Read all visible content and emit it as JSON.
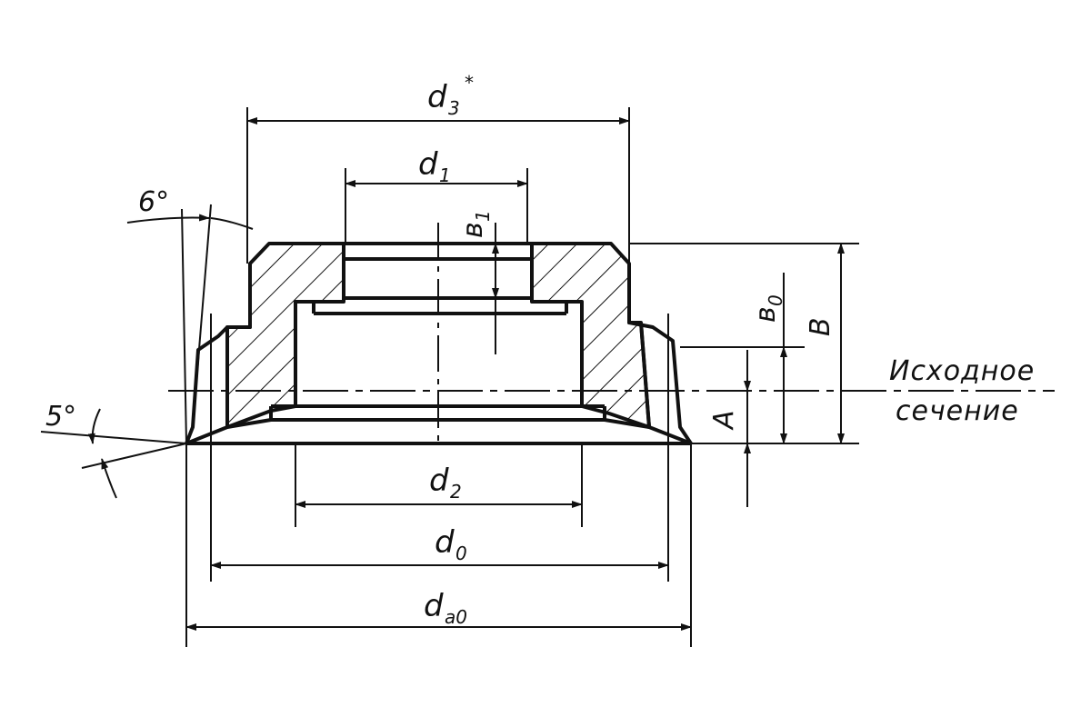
{
  "labels": {
    "d3": "d",
    "d3_sub": "3",
    "d3_mark": "*",
    "d1": "d",
    "d1_sub": "1",
    "b1": "в",
    "b1_sub": "1",
    "b0": "в",
    "b0_sub": "0",
    "B": "В",
    "A": "А",
    "d2": "d",
    "d2_sub": "2",
    "d0": "d",
    "d0_sub": "0",
    "da0": "d",
    "da0_sub": "a0",
    "angle_top": "6°",
    "angle_bottom": "5°",
    "section_line1": "Исходное",
    "section_line2": "сечение"
  },
  "colors": {
    "ink": "#111111",
    "paper": "#ffffff"
  }
}
